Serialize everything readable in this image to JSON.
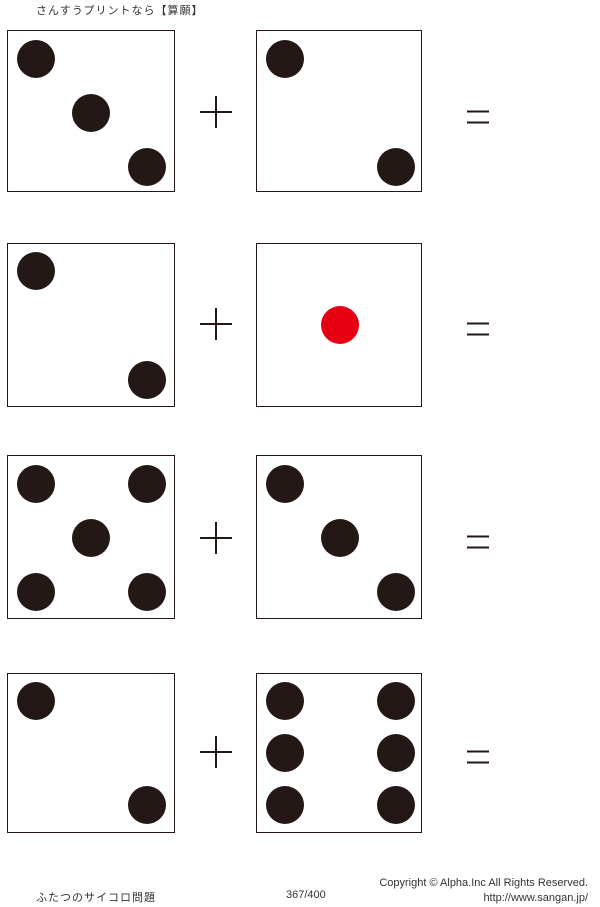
{
  "header": {
    "title": "さんすうプリントなら【算願】"
  },
  "problems": [
    {
      "left_die": 3,
      "right_die": 2,
      "operator": "+",
      "equals": "="
    },
    {
      "left_die": 2,
      "right_die": 1,
      "operator": "+",
      "equals": "="
    },
    {
      "left_die": 5,
      "right_die": 3,
      "operator": "+",
      "equals": "="
    },
    {
      "left_die": 2,
      "right_die": 6,
      "operator": "+",
      "equals": "="
    }
  ],
  "colors": {
    "pip": "#231815",
    "one_pip": "#e60012",
    "border": "#231815"
  },
  "footer": {
    "title": "ふたつのサイコロ問題",
    "page": "367/400",
    "copyright": "Copyright ©  Alpha.Inc All Rights Reserved.",
    "url": "http://www.sangan.jp/"
  }
}
